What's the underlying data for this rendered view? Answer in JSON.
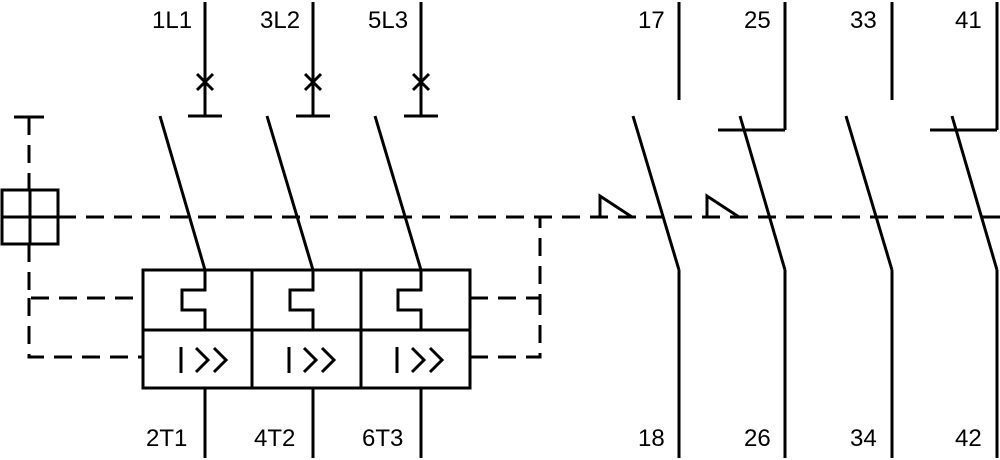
{
  "diagram": {
    "terminals_top": {
      "l1": "1L1",
      "l2": "3L2",
      "l3": "5L3"
    },
    "terminals_bottom": {
      "t1": "2T1",
      "t2": "4T2",
      "t3": "6T3"
    },
    "aux_contacts": [
      {
        "top": "17",
        "bottom": "18",
        "type": "normally-open"
      },
      {
        "top": "25",
        "bottom": "26",
        "type": "normally-closed"
      },
      {
        "top": "33",
        "bottom": "34",
        "type": "normally-open"
      },
      {
        "top": "41",
        "bottom": "42",
        "type": "normally-closed"
      }
    ],
    "trip_element_glyph": "I>>"
  },
  "colors": {
    "line": "#000000",
    "background": "#ffffff"
  }
}
